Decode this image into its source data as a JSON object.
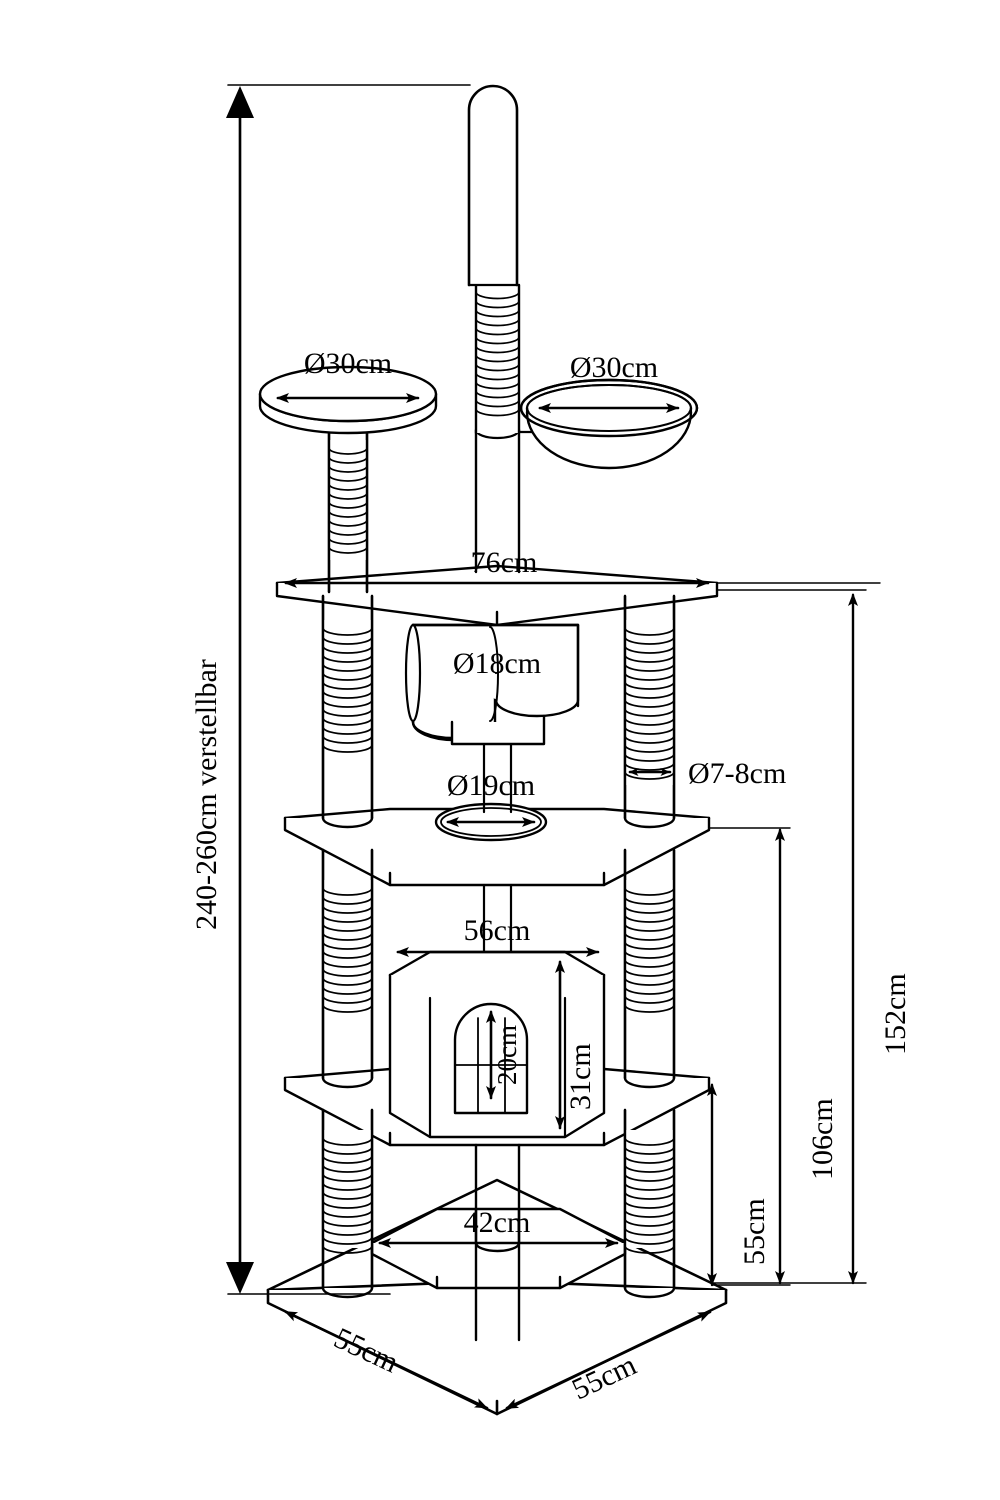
{
  "drawing": {
    "title": "Cat tree technical dimension drawing",
    "units": "cm",
    "line_color": "#000000",
    "fill_color": "#ffffff",
    "background": "#ffffff"
  },
  "labels": {
    "overall_height": "240-260cm verstellbar",
    "top_platform_round_left": "Ø30cm",
    "top_bowl_right": "Ø30cm",
    "top_plate_width": "76cm",
    "tube_diameter": "Ø18cm",
    "hole_diameter": "Ø19cm",
    "post_diameter": "Ø7-8cm",
    "house_width": "56cm",
    "house_height": "31cm",
    "door_height": "20cm",
    "lower_plate_width": "42cm",
    "base_depth_left": "55cm",
    "base_depth_right": "55cm",
    "height_right_outer": "152cm",
    "height_right_mid": "106cm",
    "height_right_inner": "55cm"
  },
  "parts": [
    {
      "name": "telescoping-top-post",
      "description": "smooth ceiling-brace post with sisal section"
    },
    {
      "name": "round-platform-left",
      "description": "round resting platform",
      "diameter": "Ø30cm"
    },
    {
      "name": "bowl-right",
      "description": "hanging bowl / cradle",
      "diameter": "Ø30cm"
    },
    {
      "name": "top-plate",
      "description": "top diamond corner plate",
      "width": "76cm"
    },
    {
      "name": "hanging-tube",
      "description": "cylindrical hanging tunnel",
      "diameter": "Ø18cm"
    },
    {
      "name": "middle-plate",
      "description": "hexagonal plate with hole",
      "hole": "Ø19cm"
    },
    {
      "name": "cat-house",
      "description": "cat house with arched entry",
      "width": "56cm",
      "height": "31cm",
      "door": "20cm"
    },
    {
      "name": "third-plate",
      "description": "hexagonal plate under house"
    },
    {
      "name": "lower-plate",
      "description": "small hexagonal step",
      "width": "42cm"
    },
    {
      "name": "base-plate",
      "description": "corner base board",
      "depth": "55cm x 55cm"
    },
    {
      "name": "sisal-posts",
      "description": "sisal wrapped support posts",
      "diameter": "Ø7-8cm"
    }
  ]
}
